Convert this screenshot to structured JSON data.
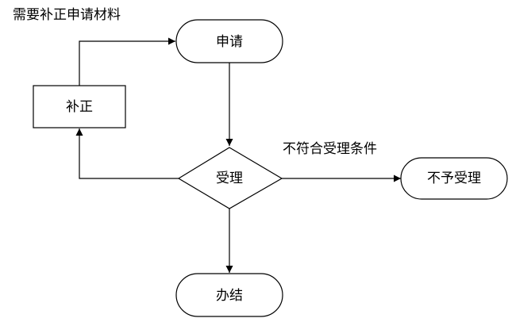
{
  "nodes": {
    "apply": {
      "label": "申请"
    },
    "correction": {
      "label": "补正"
    },
    "accept": {
      "label": "受理"
    },
    "reject": {
      "label": "不予受理"
    },
    "complete": {
      "label": "办结"
    }
  },
  "edges": {
    "correction_to_apply": {
      "label": "需要补正申请材料"
    },
    "accept_to_reject": {
      "label": "不符合受理条件"
    }
  },
  "colors": {
    "stroke": "#000000",
    "fill": "#ffffff",
    "text": "#000000"
  }
}
